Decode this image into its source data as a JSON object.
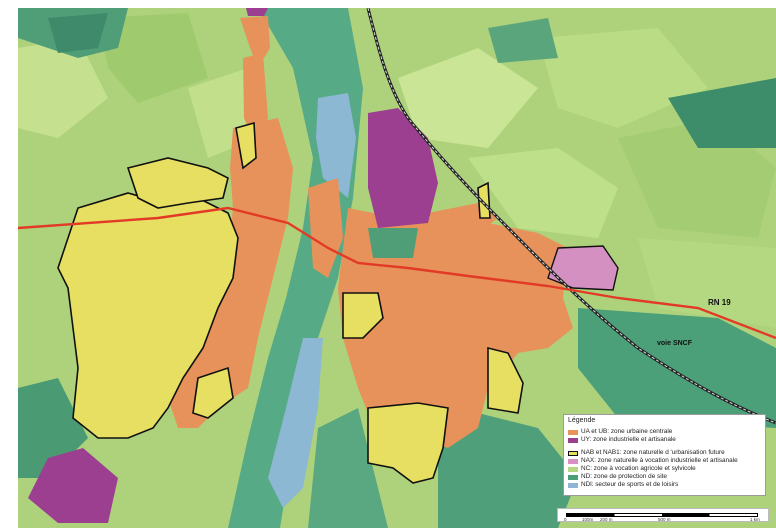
{
  "legend": {
    "title": "Légende",
    "items": [
      {
        "label": "UA et UB: zone urbaine centrale",
        "color": "#e8935a"
      },
      {
        "label": "UY: zone industrielle et artisanale",
        "color": "#9b3f8f"
      },
      {
        "label": "NAB et NAB1: zone naturelle d 'urbanisation future",
        "color": "#e6e060",
        "outline": "#111111"
      },
      {
        "label": "NAX: zone naturelle à vocation industrielle et artisanale",
        "color": "#d98fc4"
      },
      {
        "label": "NC: zone à vocation agricole et sylvicole",
        "color": "#b6d884"
      },
      {
        "label": "ND: zone de protection de site",
        "color": "#4a9f77"
      },
      {
        "label": "NDl: secteur de sports et de loisirs",
        "color": "#8db6d6"
      }
    ]
  },
  "labels": {
    "road": "RN 19",
    "rail": "voie SNCF"
  },
  "scale": {
    "ticks": [
      "0",
      "100m",
      "200 m",
      "500 m",
      "1 km"
    ]
  }
}
